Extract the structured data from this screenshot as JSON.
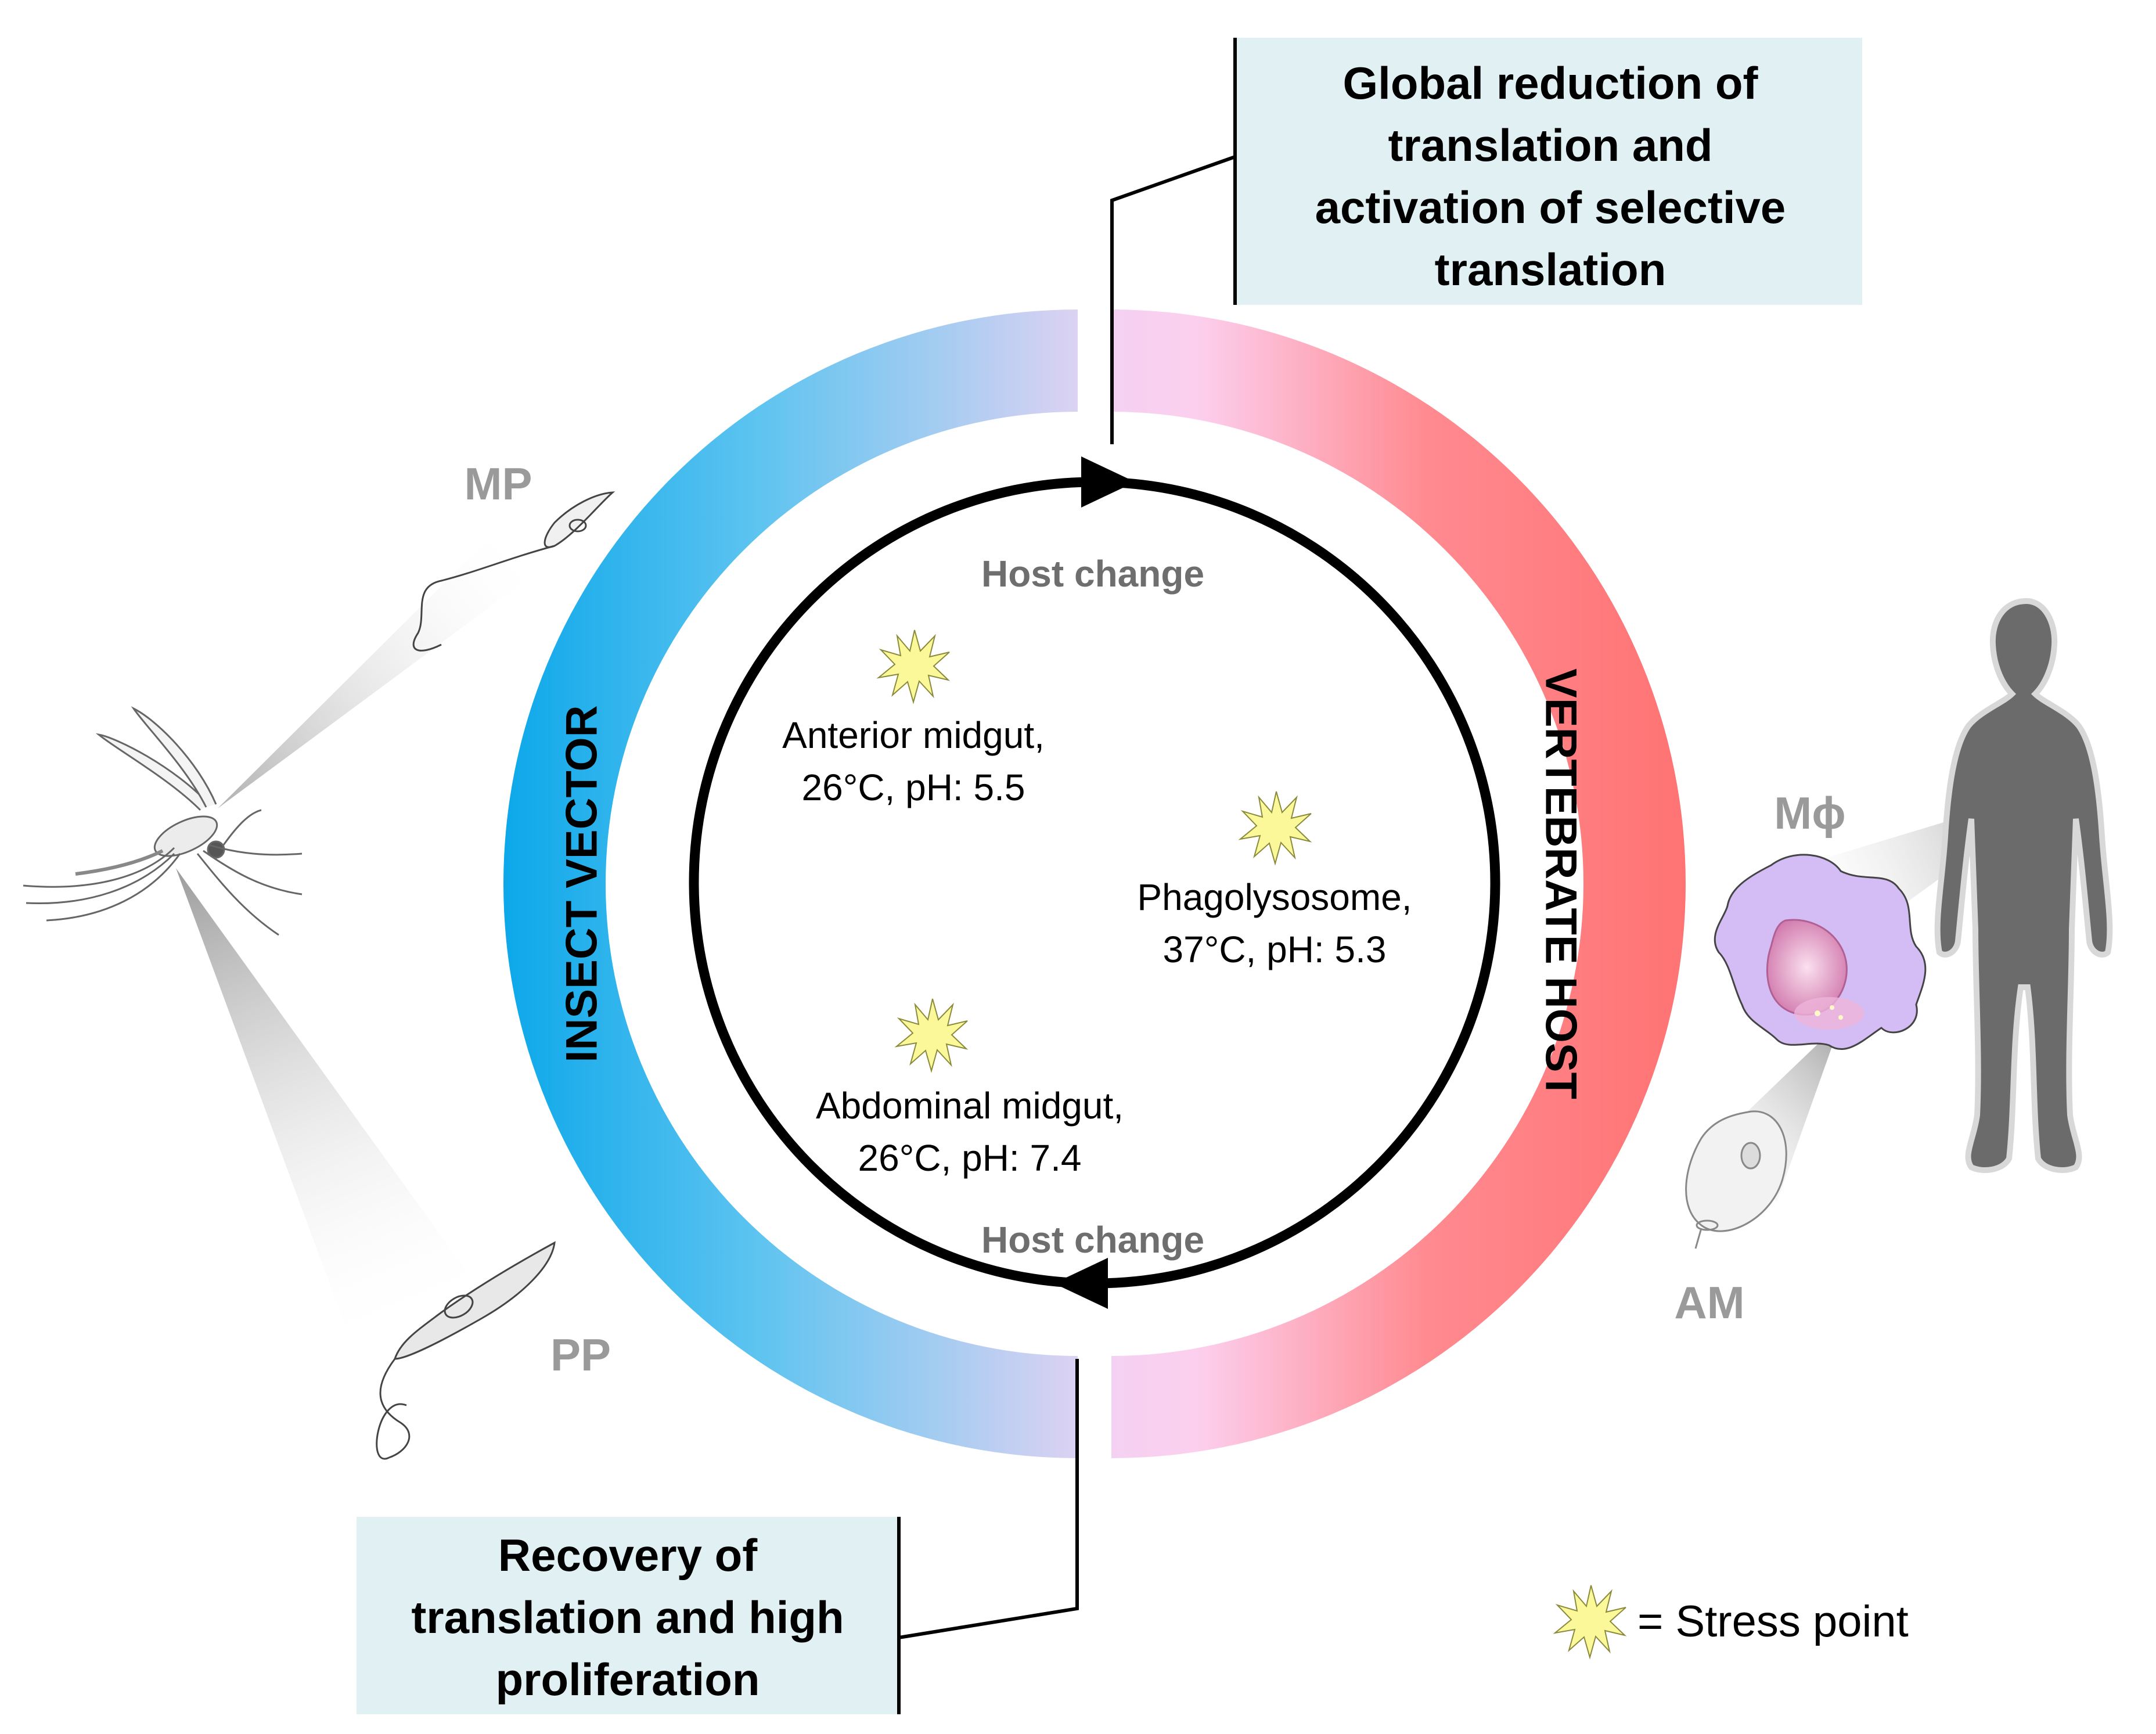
{
  "boxes": {
    "top": {
      "lines": [
        "Global reduction of",
        "translation and",
        "activation of selective",
        "translation"
      ],
      "fill": "#e0f0f3"
    },
    "bottom": {
      "lines": [
        "Recovery of",
        "translation and high",
        "proliferation"
      ],
      "fill": "#e0f0f3"
    }
  },
  "ring": {
    "left_label": "INSECT VECTOR",
    "right_label": "VERTEBRATE HOST",
    "left_colors": [
      "#0ca8ea",
      "#dcd2f2"
    ],
    "right_colors": [
      "#ff7373",
      "#fccfee"
    ]
  },
  "cycle": {
    "host_change_top": "Host change",
    "host_change_bottom": "Host change"
  },
  "stress_sites": [
    {
      "line1": "Anterior midgut,",
      "line2": "26°C, pH: 5.5"
    },
    {
      "line1": "Phagolysosome,",
      "line2": "37°C, pH: 5.3"
    },
    {
      "line1": "Abdominal midgut,",
      "line2": "26°C, pH: 7.4"
    }
  ],
  "parasite_forms": {
    "mp": "MP",
    "pp": "PP",
    "mphi": "Mϕ",
    "am": "AM"
  },
  "legend": {
    "text": "= Stress point",
    "star_color": "#fbf89a"
  },
  "icons": [
    "sandfly-icon",
    "human-silhouette-icon",
    "macrophage-icon",
    "metacyclic-promastigote-icon",
    "procyclic-promastigote-icon",
    "amastigote-icon",
    "stress-star-icon"
  ]
}
